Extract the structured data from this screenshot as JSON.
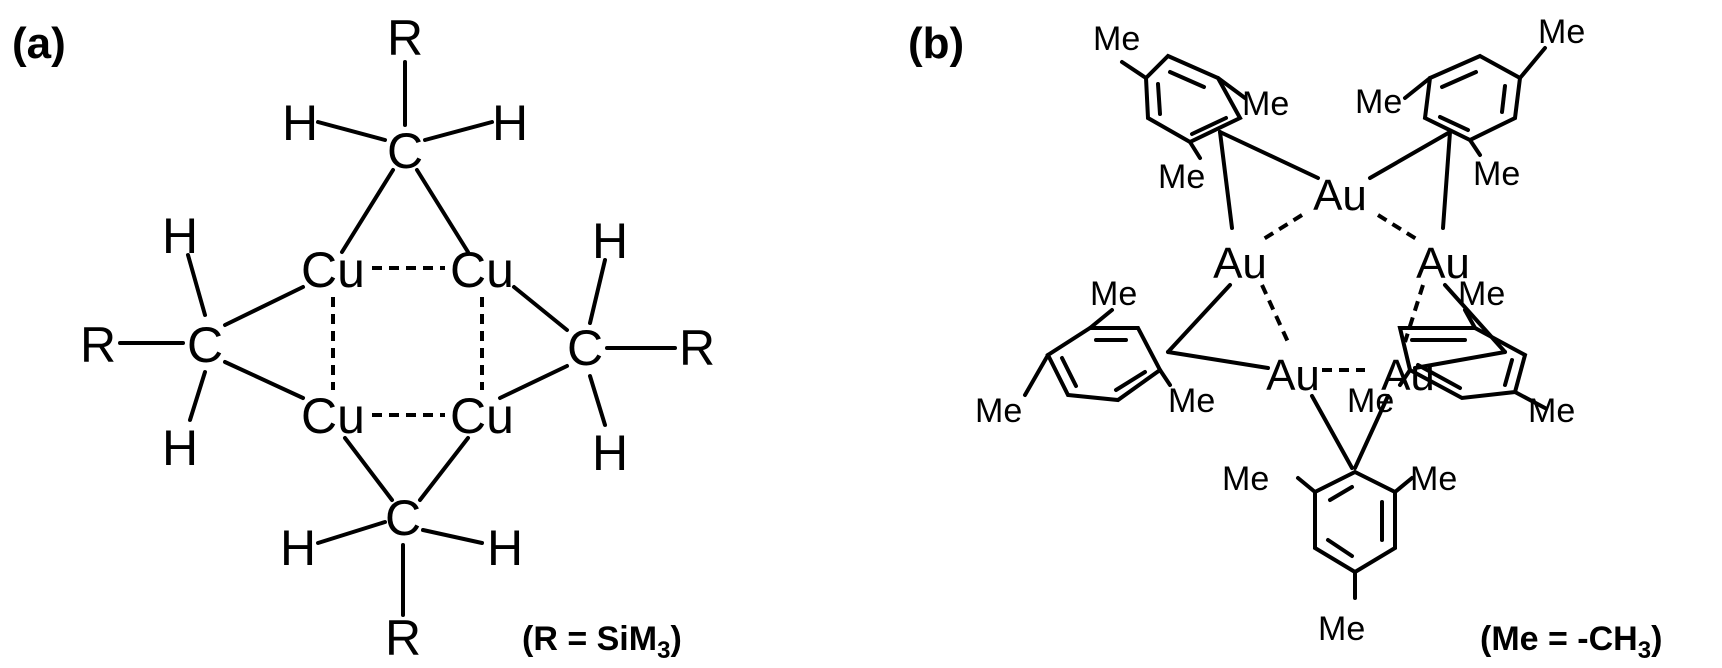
{
  "figure": {
    "panel_a": {
      "label": "(a)",
      "atoms": {
        "cu": "Cu",
        "c": "C",
        "h": "H",
        "r": "R"
      },
      "note": {
        "prefix": "(R = SiM",
        "subscript": "3",
        "suffix": ")"
      }
    },
    "panel_b": {
      "label": "(b)",
      "atoms": {
        "au": "Au",
        "me": "Me"
      },
      "note": {
        "prefix": "(Me = -CH",
        "subscript": "3",
        "suffix": ")"
      }
    }
  }
}
